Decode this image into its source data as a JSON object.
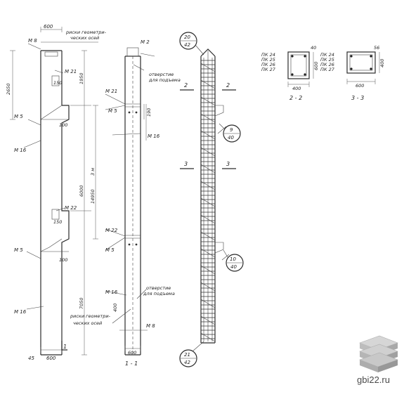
{
  "labels": {
    "m8_top": "М 8",
    "m2_top": "М 2",
    "riski_top": "риски геометри-",
    "riski_top2": "ческих осей",
    "m21": "М 21",
    "m5_a": "М 5",
    "m16_a": "М 16",
    "m22": "М 22",
    "m5_b": "М 5",
    "m16_b": "М 16",
    "r_m21": "М 21",
    "r_m5_a": "М 5",
    "r_m16_a": "М 16",
    "r_m22": "М 22",
    "r_m5_b": "М 5",
    "r_m16_b": "М 16",
    "otv_top": "отверстие",
    "otv_top2": "для подъема",
    "otv_bot": "отверстие",
    "otv_bot2": "для подъема",
    "riski_bot": "риски геометри-",
    "riski_bot2": "ческих осей",
    "m8_bot": "М 8",
    "sec_1_1": "1 - 1",
    "sec_2_2": "2 - 2",
    "sec_3_3": "3 - 3",
    "mark_1": "1",
    "mark_2a": "2",
    "mark_2b": "2",
    "mark_3a": "3",
    "mark_3b": "3"
  },
  "callouts": [
    {
      "num": "20",
      "den": "42"
    },
    {
      "num": "9",
      "den": "40"
    },
    {
      "num": "10",
      "den": "40"
    },
    {
      "num": "21",
      "den": "42"
    }
  ],
  "dims": {
    "d600_top": "600",
    "d600_right": "600",
    "d2650": "2650",
    "d1950": "1950",
    "d150_a": "150",
    "d100_a": "100",
    "d190_a": "190",
    "d6000": "6000",
    "d14950": "14950",
    "d3m": "3 м",
    "d150_b": "150",
    "d100_b": "100",
    "d7050": "7050",
    "d600_bot": "600",
    "d45": "45",
    "d190_r": "190",
    "d400_r": "400",
    "d600_rb": "600",
    "d40_r": "40",
    "s400": "400",
    "s600": "600",
    "s600b": "600",
    "s400b": "400",
    "s40": "40",
    "s56": "56"
  },
  "column_types": {
    "left": [
      "ПК 24",
      "ПК 25",
      "ПК 26",
      "ПК 27"
    ],
    "right": [
      "ПК 24",
      "ПК 25",
      "ПК 26",
      "ПК 27"
    ]
  },
  "logo": {
    "text": "gbi22.ru"
  }
}
